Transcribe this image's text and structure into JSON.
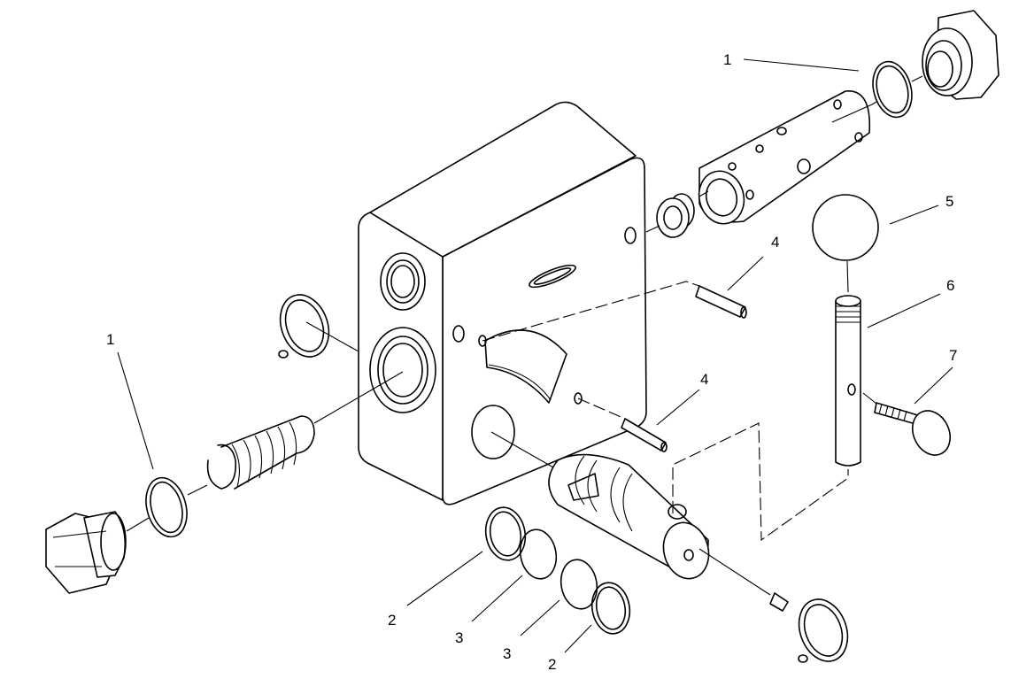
{
  "callouts": [
    {
      "id": "c1a",
      "text": "1"
    },
    {
      "id": "c1b",
      "text": "1"
    },
    {
      "id": "c2a",
      "text": "2"
    },
    {
      "id": "c2b",
      "text": "2"
    },
    {
      "id": "c3a",
      "text": "3"
    },
    {
      "id": "c3b",
      "text": "3"
    },
    {
      "id": "c4a",
      "text": "4"
    },
    {
      "id": "c4b",
      "text": "4"
    },
    {
      "id": "c5",
      "text": "5"
    },
    {
      "id": "c6",
      "text": "6"
    },
    {
      "id": "c7",
      "text": "7"
    }
  ]
}
